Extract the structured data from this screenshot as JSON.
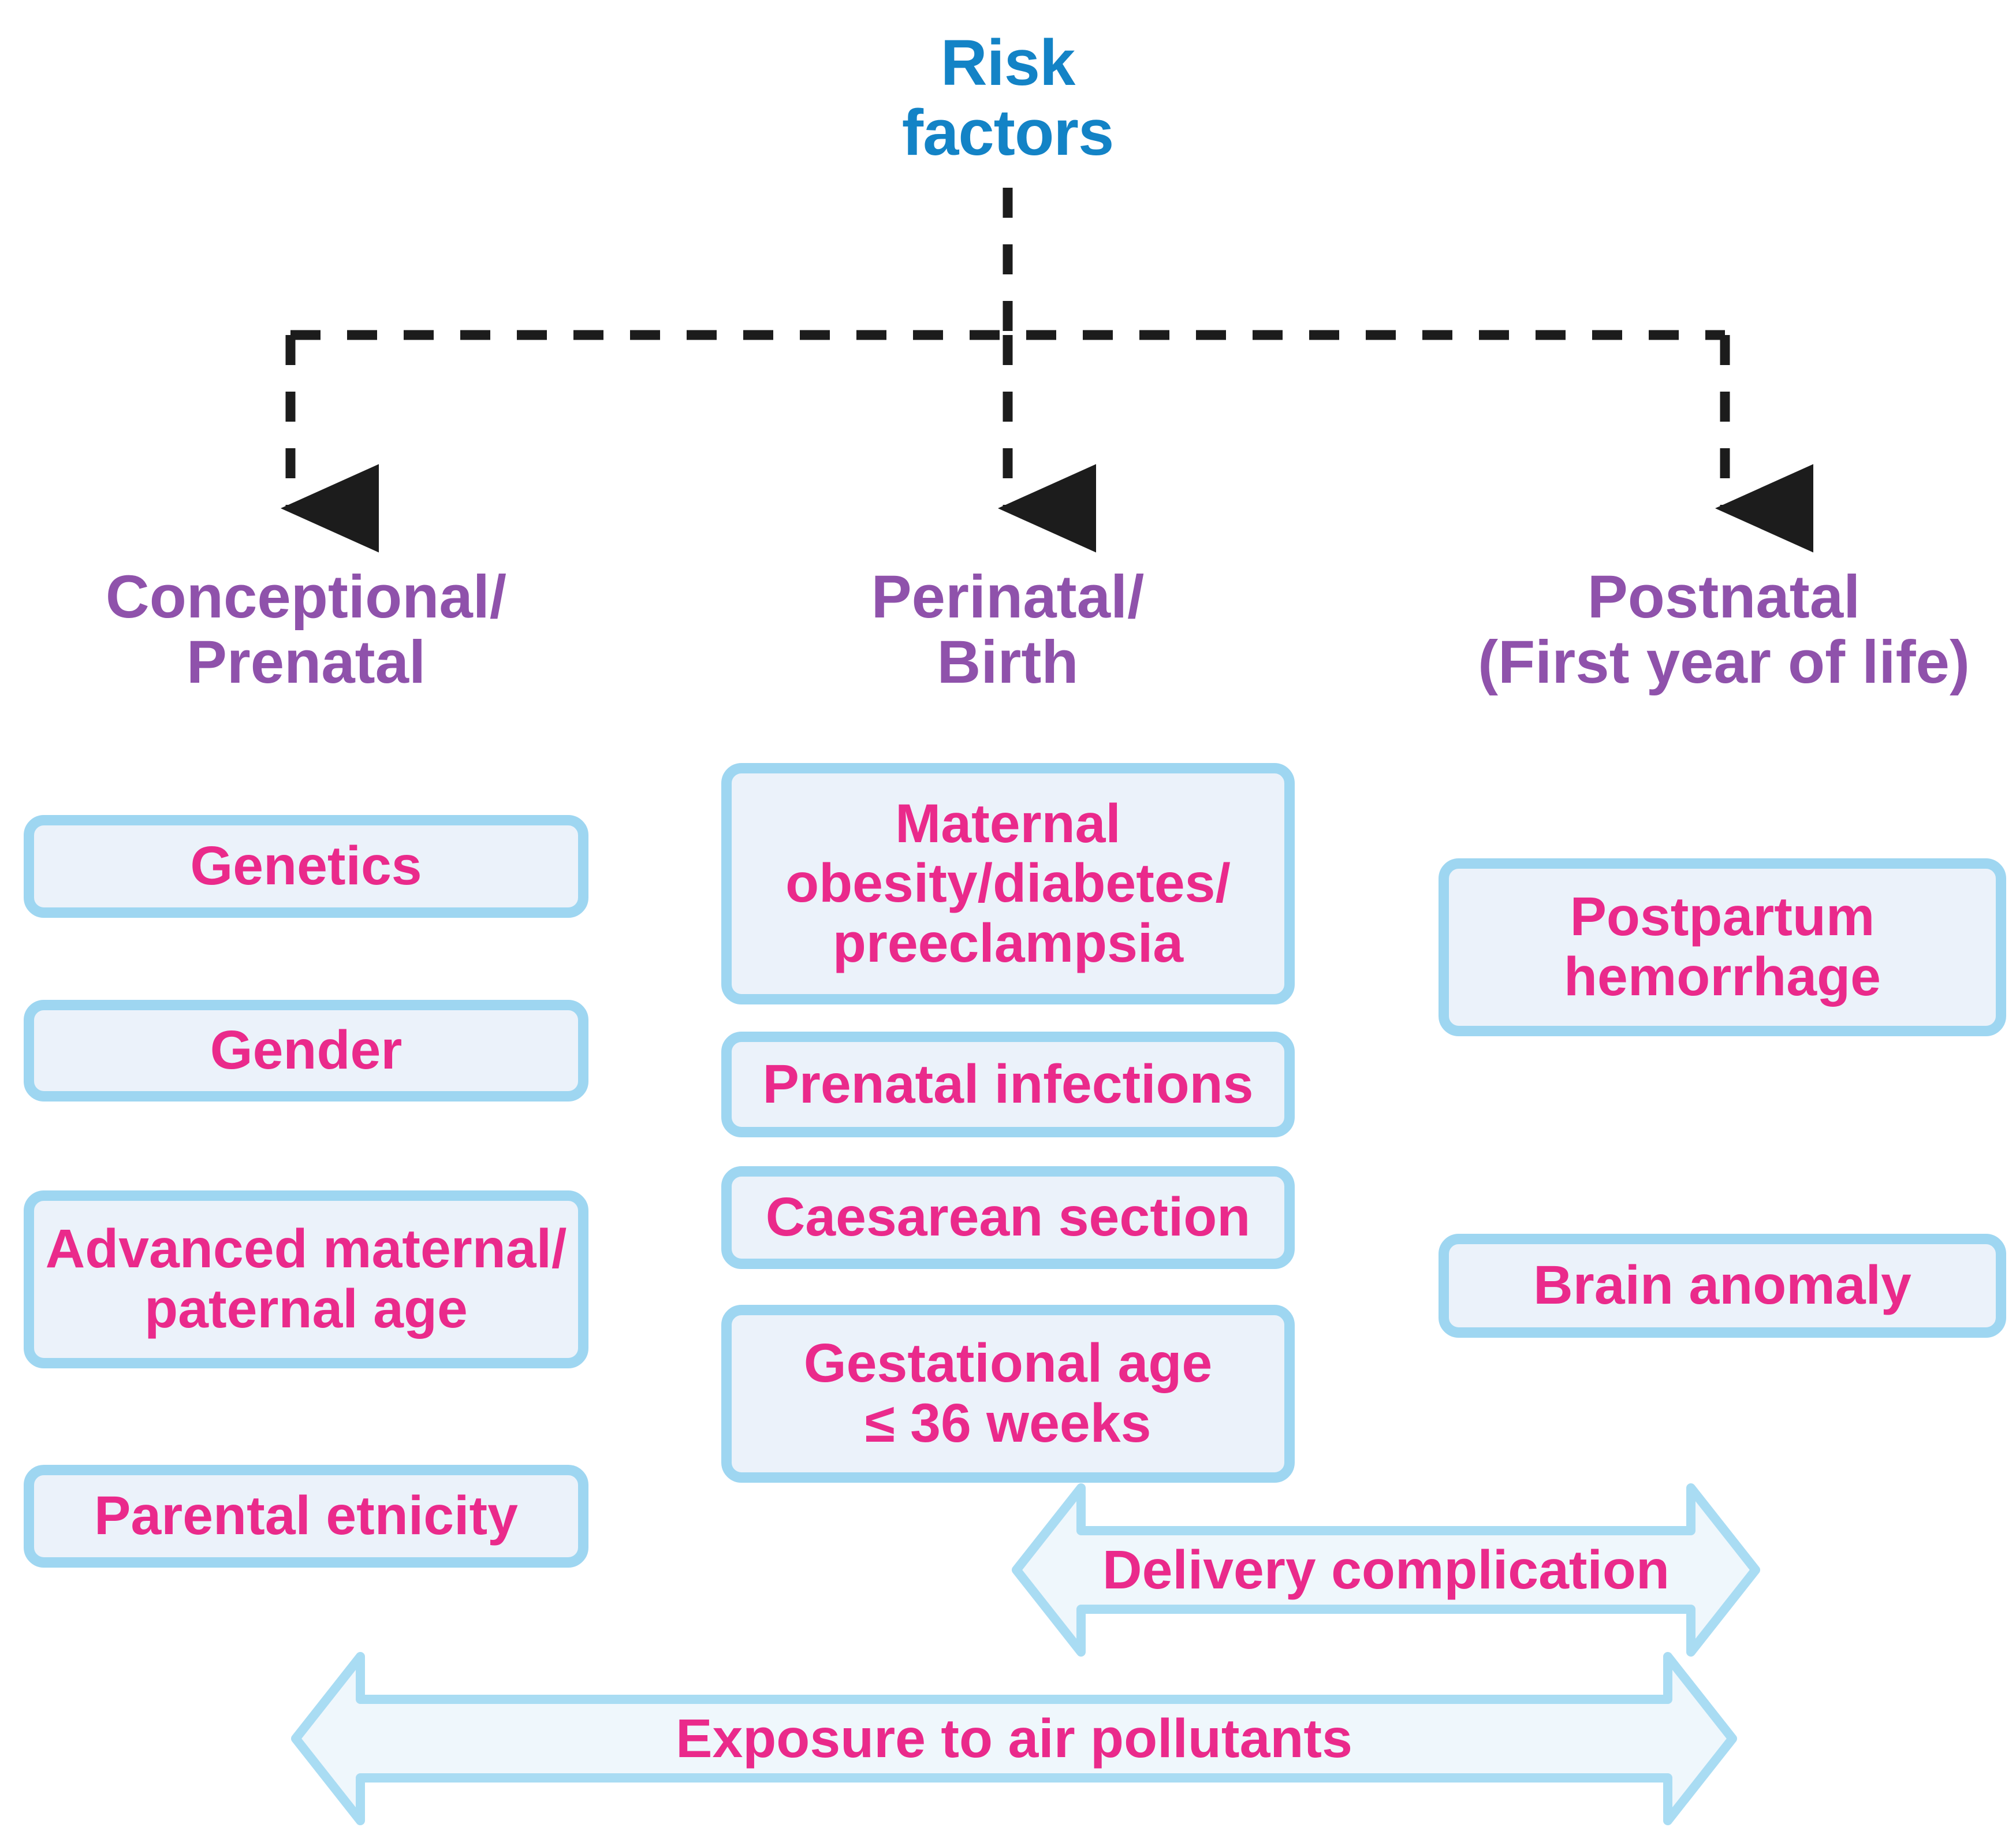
{
  "title": {
    "line1": "Risk",
    "line2": "factors",
    "color": "#1383c6"
  },
  "columns": [
    {
      "id": "conceptional-prenatal",
      "heading_line1": "Conceptional/",
      "heading_line2": "Prenatal",
      "heading_color": "#8f52ab",
      "items": [
        {
          "label": "Genetics"
        },
        {
          "label": "Gender"
        },
        {
          "label": "Advanced maternal/\npaternal age"
        },
        {
          "label": "Parental etnicity"
        }
      ]
    },
    {
      "id": "perinatal-birth",
      "heading_line1": "Perinatal/",
      "heading_line2": "Birth",
      "heading_color": "#8f52ab",
      "items": [
        {
          "label": "Maternal\nobesity/diabetes/\npreeclampsia"
        },
        {
          "label": "Prenatal infections"
        },
        {
          "label": "Caesarean section"
        },
        {
          "label": "Gestational age\n≤ 36 weeks"
        }
      ]
    },
    {
      "id": "postnatal",
      "heading_line1": "Postnatal",
      "heading_line2": "(First year of life)",
      "heading_color": "#8f52ab",
      "items": [
        {
          "label": "Postpartum\nhemorrhage"
        },
        {
          "label": "Brain anomaly"
        }
      ]
    }
  ],
  "span_arrows": [
    {
      "id": "delivery-complication",
      "label": "Delivery complication"
    },
    {
      "id": "exposure-air-pollutants",
      "label": "Exposure to air pollutants"
    }
  ],
  "style": {
    "box_fill": "#ebf2fa",
    "box_border": "#9ed6f1",
    "arrow_fill": "#eff7fc",
    "arrow_border": "#a9dcf3",
    "connector_color": "#1c1c1c",
    "label_color": "#ea2a8b"
  }
}
